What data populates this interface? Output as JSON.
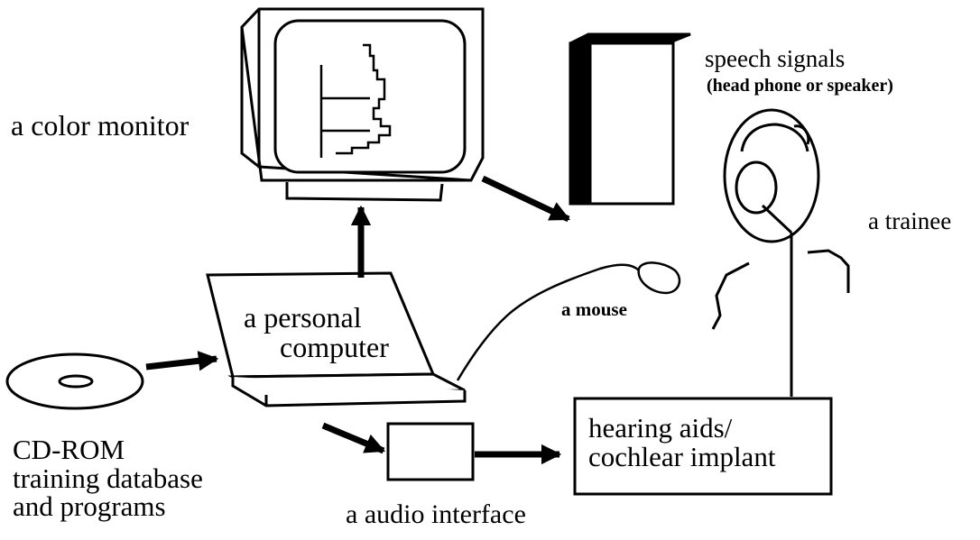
{
  "labels": {
    "monitor": "a color monitor",
    "speech_signals": "speech signals",
    "speech_signals_sub": "(head phone or speaker)",
    "trainee": "a trainee",
    "computer": [
      "a personal",
      "computer"
    ],
    "mouse": "a mouse",
    "cdrom": [
      "CD-ROM",
      "training database",
      "and programs"
    ],
    "audio_interface": "a audio interface",
    "hearing": [
      "hearing aids/",
      "cochlear implant"
    ]
  },
  "colors": {
    "ink": "#000000",
    "background": "#ffffff"
  }
}
